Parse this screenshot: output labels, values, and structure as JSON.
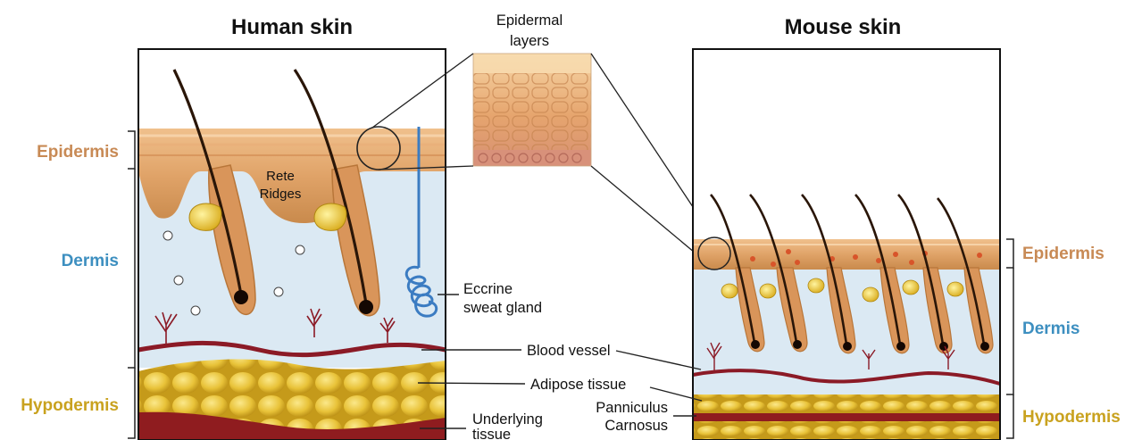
{
  "human": {
    "title": "Human skin"
  },
  "mouse": {
    "title": "Mouse skin"
  },
  "inset": {
    "line1": "Epidermal",
    "line2": "layers"
  },
  "layers": {
    "human_epidermis": "Epidermis",
    "human_dermis": "Dermis",
    "human_hypodermis": "Hypodermis",
    "mouse_epidermis": "Epidermis",
    "mouse_dermis": "Dermis",
    "mouse_hypodermis": "Hypodermis"
  },
  "labels": {
    "rete_line1": "Rete",
    "rete_line2": "Ridges",
    "eccrine_line1": "Eccrine",
    "eccrine_line2": "sweat gland",
    "blood_vessel": "Blood vessel",
    "adipose": "Adipose tissue",
    "underlying_line1": "Underlying",
    "underlying_line2": "tissue",
    "panniculus_line1": "Panniculus",
    "panniculus_line2": "Carnosus"
  },
  "colors": {
    "epidermis": "#c88a55",
    "dermis": "#3d8fc0",
    "hypodermis": "#c9a21f",
    "dermis_fill": "#dbe9f3",
    "blood_vessel": "#8b1a26",
    "fat": "#ecc83a"
  }
}
